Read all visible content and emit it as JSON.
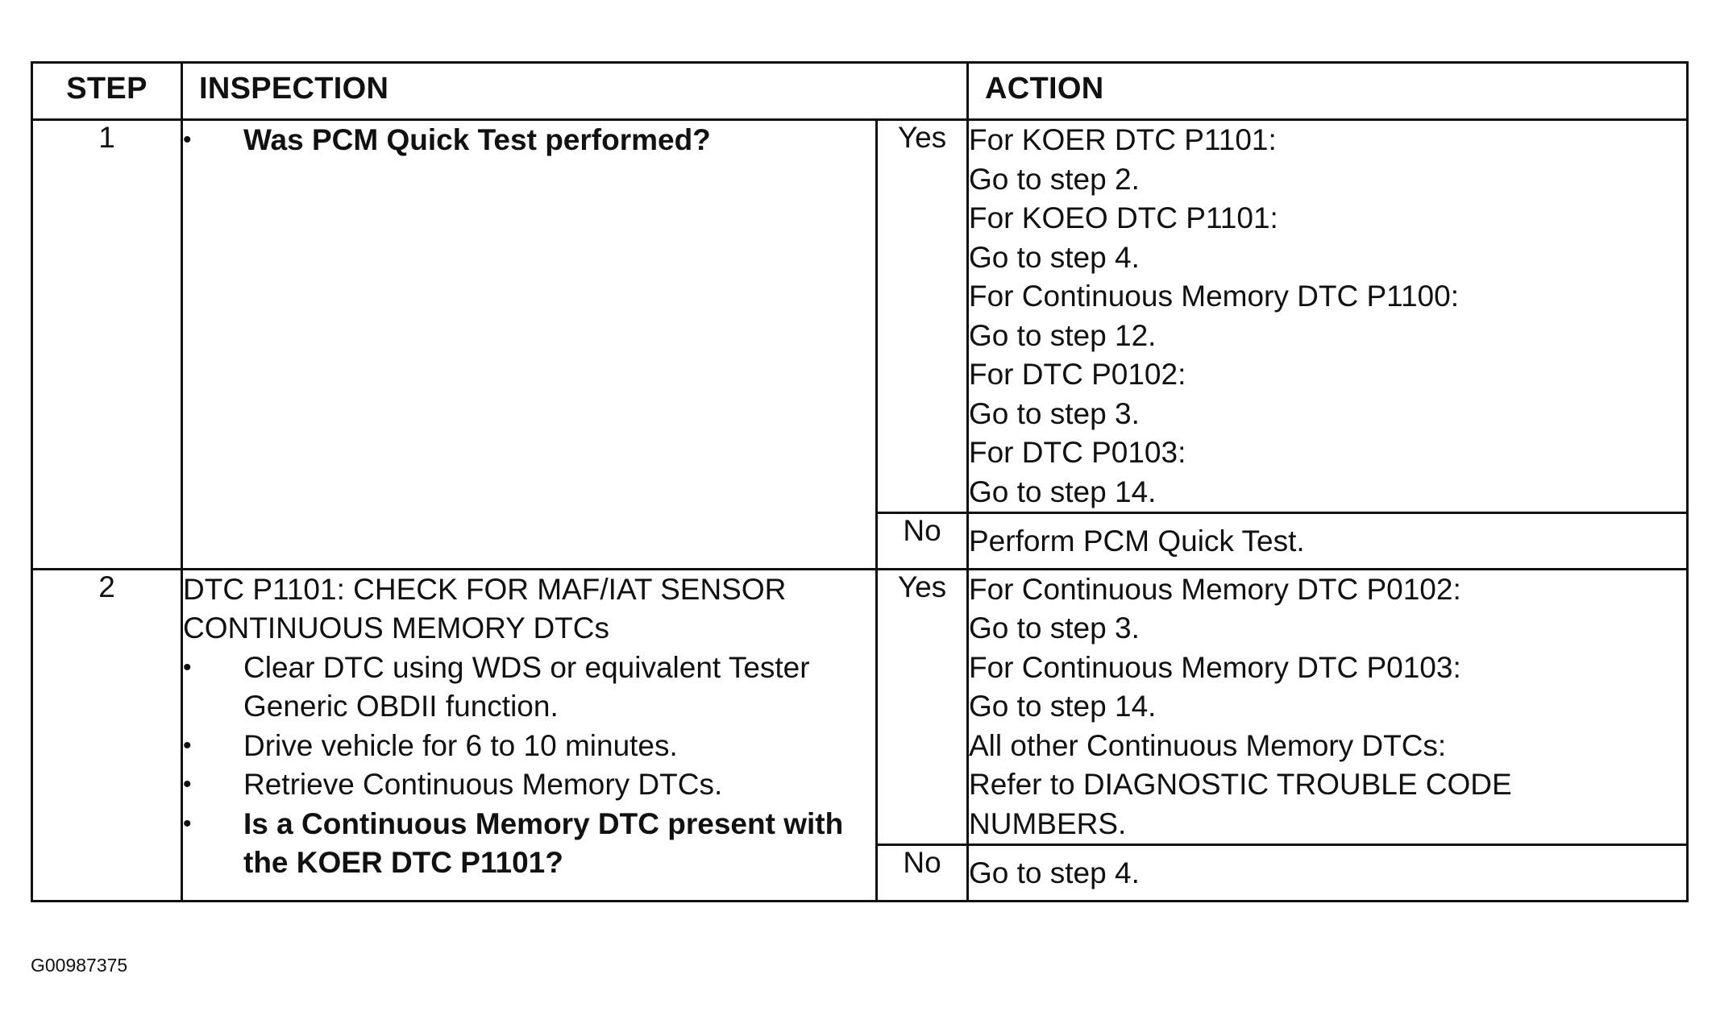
{
  "headers": {
    "step": "STEP",
    "inspection": "INSPECTION",
    "action": "ACTION"
  },
  "rows": [
    {
      "step": "1",
      "inspection": {
        "lead": "",
        "bullets": [
          {
            "text": "Was PCM Quick Test performed?",
            "bold": true
          }
        ]
      },
      "yes": {
        "label": "Yes",
        "lines": [
          "For KOER DTC P1101:",
          "Go to step 2.",
          "For KOEO DTC P1101:",
          "Go to step 4.",
          "For Continuous Memory DTC P1100:",
          "Go to step 12.",
          "For DTC P0102:",
          "Go to step 3.",
          "For DTC P0103:",
          "Go to step 14."
        ]
      },
      "no": {
        "label": "No",
        "lines": [
          "Perform PCM Quick Test."
        ]
      }
    },
    {
      "step": "2",
      "inspection": {
        "lead": "DTC P1101: CHECK FOR MAF/IAT SENSOR CONTINUOUS MEMORY DTCs",
        "bullets": [
          {
            "text": "Clear DTC using WDS or equivalent Tester Generic OBDII function.",
            "bold": false
          },
          {
            "text": "Drive vehicle for 6 to 10 minutes.",
            "bold": false
          },
          {
            "text": "Retrieve Continuous Memory DTCs.",
            "bold": false
          },
          {
            "text": "Is a Continuous Memory DTC present with the KOER DTC P1101?",
            "bold": true
          }
        ]
      },
      "yes": {
        "label": "Yes",
        "lines": [
          "For Continuous Memory DTC P0102:",
          "Go to step 3.",
          "For Continuous Memory DTC P0103:",
          "Go to step 14.",
          "All other Continuous Memory DTCs:",
          "Refer to DIAGNOSTIC TROUBLE CODE",
          "NUMBERS."
        ]
      },
      "no": {
        "label": "No",
        "lines": [
          "Go to step 4."
        ]
      }
    }
  ],
  "bullet_glyph": "•",
  "figure_id": "G00987375"
}
